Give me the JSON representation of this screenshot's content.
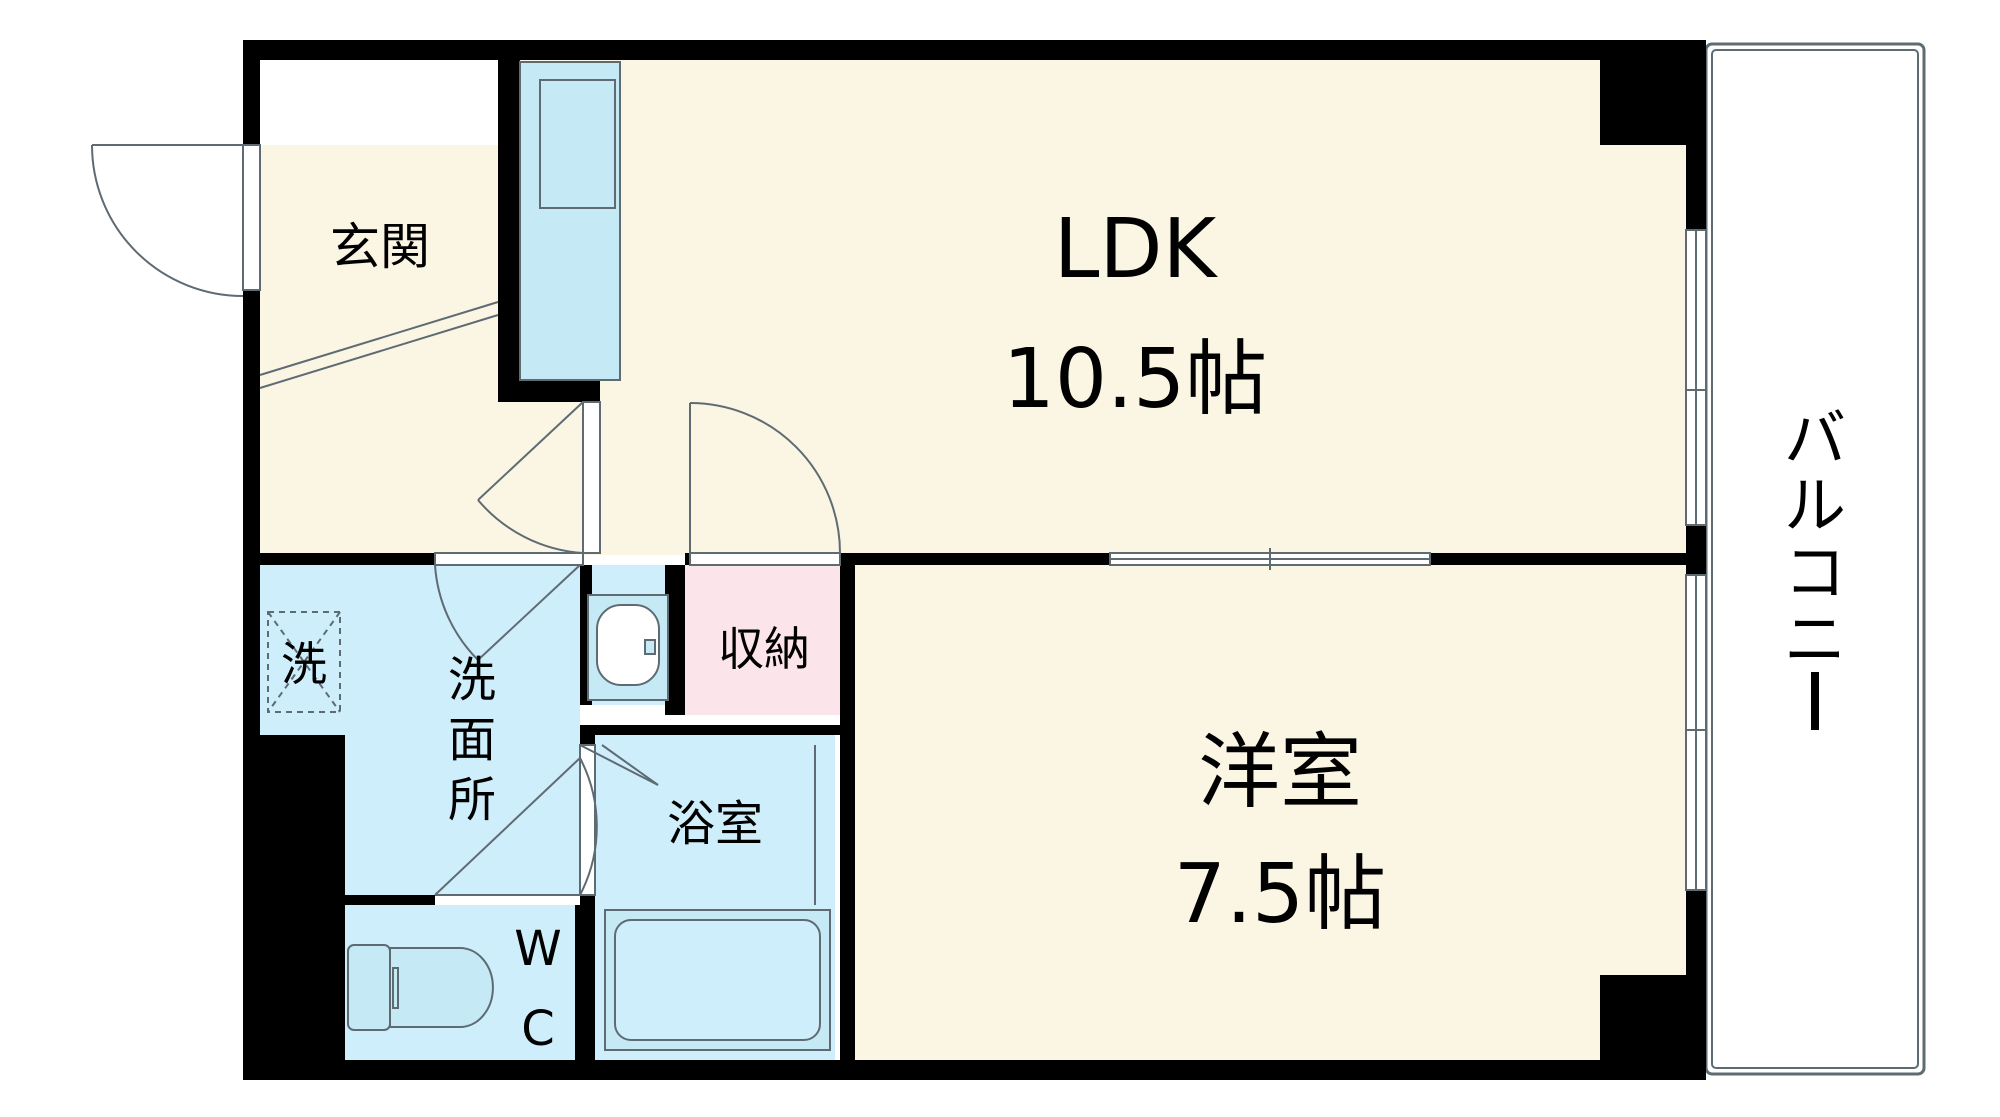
{
  "rooms": {
    "ldk": {
      "name": "LDK",
      "size": "10.5帖"
    },
    "western": {
      "name": "洋室",
      "size": "7.5帖"
    },
    "entrance": "玄関",
    "washroom": [
      "洗",
      "面",
      "所"
    ],
    "washer": "洗",
    "storage": "収納",
    "bath": "浴室",
    "wc": [
      "W",
      "C"
    ],
    "balcony": [
      "バ",
      "ル",
      "コ",
      "ニ",
      "ー"
    ]
  },
  "colors": {
    "wall": "#000000",
    "floor_main": "#fbf5e4",
    "floor_wet": "#cdeefa",
    "floor_storage": "#fbe4ea",
    "fixture": "#c6e9f6",
    "outline": "#5f6b73"
  }
}
